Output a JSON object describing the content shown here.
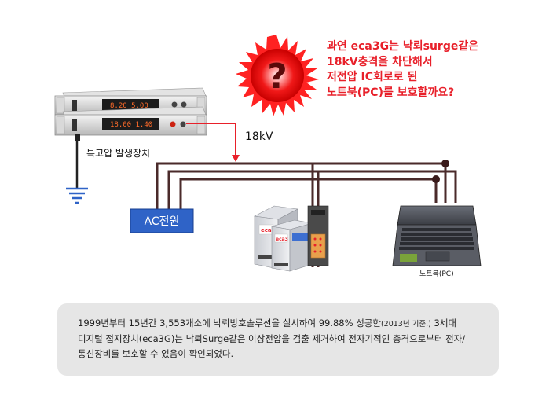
{
  "question": {
    "lines": [
      "과연 eca3G는 낙뢰surge같은",
      "18kV충격을 차단해서",
      "저전압 IC회로로 된",
      "노트북(PC)를 보호할까요?"
    ],
    "symbol": "?"
  },
  "labels": {
    "generator": "특고압 발생장치",
    "voltage": "18kV",
    "ac_power": "AC전원",
    "laptop": "노트북(PC)"
  },
  "caption": {
    "line1_a": "1999년부터 15년간 3,553개소에 낙뢰방호솔루션을 실시하여 99.88% 성공한",
    "line1_small": "(2013년 기준.)",
    "line1_b": " 3세대",
    "line2": "디지털 접지장치(eca3G)는 낙뢰Surge같은 이상전압을 검출 제거하여 전자기적인 충격으로부터 전자/",
    "line3": "통신장비를 보호할 수 있음이 확인되었다."
  },
  "colors": {
    "question_red": "#e8202a",
    "wire_dark": "#4a2a2a",
    "ac_box": "#2f63c7",
    "caption_bg": "#e6e6e6"
  }
}
